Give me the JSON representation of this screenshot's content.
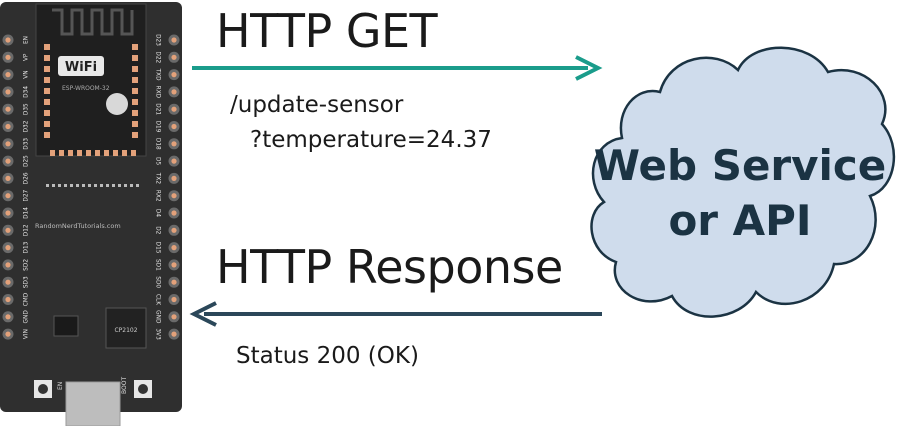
{
  "board": {
    "wifi_logo": "WiFi",
    "module_name": "ESP-WROOM-32",
    "silkscreen_url": "RandomNerdTutorials.com",
    "usb_chip": "CP2102",
    "button_en": "EN",
    "button_boot": "BOOT",
    "left_pins": [
      "EN",
      "VP",
      "VN",
      "D34",
      "D35",
      "D32",
      "D33",
      "D25",
      "D26",
      "D27",
      "D14",
      "D12",
      "D13",
      "SD2",
      "SD3",
      "CMD",
      "GND",
      "VIN"
    ],
    "right_pins": [
      "D23",
      "D22",
      "TXD",
      "RXD",
      "D21",
      "D19",
      "D18",
      "D5",
      "TX2",
      "RX2",
      "D4",
      "D2",
      "D15",
      "SD1",
      "SD0",
      "CLK",
      "GND",
      "3V3"
    ]
  },
  "request": {
    "title": "HTTP GET",
    "path": "/update-sensor",
    "query": "?temperature=24.37",
    "arrow_color": "#1a9c8b"
  },
  "response": {
    "title": "HTTP Response",
    "status": "Status 200 (OK)",
    "arrow_color": "#2b4759"
  },
  "service": {
    "line1": "Web Service",
    "line2": "or API",
    "cloud_fill": "#cfdcec",
    "cloud_stroke": "#1b3343"
  }
}
